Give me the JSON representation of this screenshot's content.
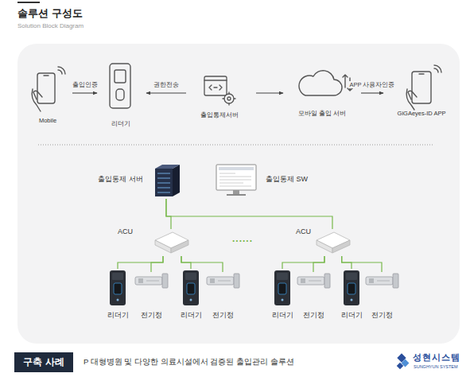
{
  "diagram": {
    "title": "솔루션 구성도",
    "nodes": [
      {
        "text": [
          "Mobile"
        ]
      },
      {
        "text": [
          "리더기"
        ]
      },
      {
        "text": [
          "출입통제서버"
        ]
      },
      {
        "text": [
          "모바일 출입 서버"
        ]
      },
      {
        "text": [
          "GiGAeyes-ID APP"
        ]
      },
      {
        "text": [
          "출입통제 서버"
        ]
      },
      {
        "text": [
          "출입통제 SW"
        ]
      },
      {
        "text": [
          "ACU"
        ]
      },
      {
        "text": [
          "ACU"
        ]
      },
      {
        "text": [
          "리더기"
        ]
      },
      {
        "text": [
          "전기정"
        ]
      },
      {
        "text": [
          "리더기"
        ]
      },
      {
        "text": [
          "전기정"
        ]
      },
      {
        "text": [
          "리더기"
        ]
      },
      {
        "text": [
          "전기정"
        ]
      },
      {
        "text": [
          "리더기"
        ]
      },
      {
        "text": [
          "전기정"
        ]
      },
      {
        "text": [
          "구축 사례"
        ]
      }
    ],
    "edges": [
      {
        "from": 0,
        "to": 1,
        "label": "출입인증",
        "arrow": "to"
      },
      {
        "from": 2,
        "to": 1,
        "label": "권한전송",
        "arrow": "to"
      },
      {
        "from": 2,
        "to": 3,
        "arrow": "to"
      },
      {
        "from": 3,
        "to": 4,
        "label": "APP 사용자인증",
        "arrow": "to"
      },
      {
        "from": 5,
        "to": 7,
        "arrow": "none"
      },
      {
        "from": 5,
        "to": 8,
        "arrow": "none"
      },
      {
        "from": 7,
        "to": 9,
        "arrow": "none"
      },
      {
        "from": 7,
        "to": 10,
        "arrow": "none"
      },
      {
        "from": 7,
        "to": 11,
        "arrow": "none"
      },
      {
        "from": 7,
        "to": 12,
        "arrow": "none"
      },
      {
        "from": 8,
        "to": 13,
        "arrow": "none"
      },
      {
        "from": 8,
        "to": 14,
        "arrow": "none"
      },
      {
        "from": 8,
        "to": 15,
        "arrow": "none"
      },
      {
        "from": 8,
        "to": 16,
        "arrow": "none"
      }
    ],
    "labels": [
      "Solution Block Diagram",
      "......",
      "P 대형병원 및 다양한 의료시설에서 검증된 출입관리 솔루션",
      "성현시스템",
      "SUNGHYUN SYSTEM"
    ]
  }
}
